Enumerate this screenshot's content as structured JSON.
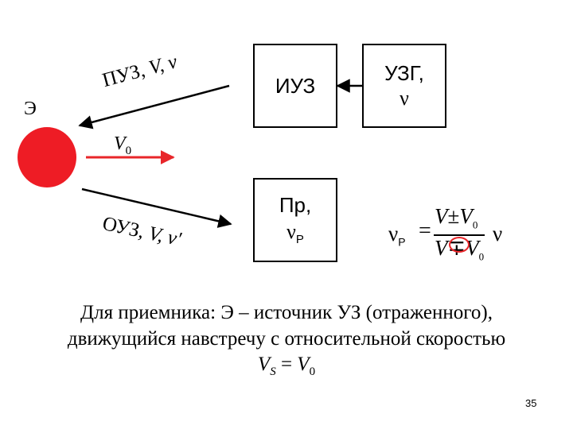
{
  "diagram": {
    "emitter_label": "Э",
    "emitter_color": "#ee1c25",
    "velocity_arrow_color": "#e8262a",
    "puz_label": "ПУЗ,",
    "puz_vars": "V, ν",
    "v0_label": "V",
    "v0_sub": "0",
    "ouz_label": "ОУЗ,",
    "ouz_vars": "V, ν'",
    "box_iuz": "ИУЗ",
    "box_uzg_line1": "УЗГ,",
    "box_uzg_line2": "ν",
    "box_pr_line1": "Пр,",
    "box_pr_nu": "ν",
    "box_pr_sub": "Р"
  },
  "formula": {
    "lhs": "ν",
    "lhs_sub": "P",
    "equals": "=",
    "num_v": "V",
    "num_op": "±",
    "num_v0": "V",
    "num_v0_sub": "0",
    "den_v": "V",
    "den_op": "∓",
    "den_v0": "V",
    "den_v0_sub": "0",
    "rhs": "ν",
    "circle_color": "#e8262a"
  },
  "caption": {
    "line1": "Для приемника: Э – источник УЗ (отраженного),",
    "line2": "движущийся навстречу с относительной скоростью",
    "vs": "V",
    "vs_sub": "S",
    "equals": " = ",
    "v0": "V",
    "v0_sub": "0"
  },
  "page_number": "35"
}
